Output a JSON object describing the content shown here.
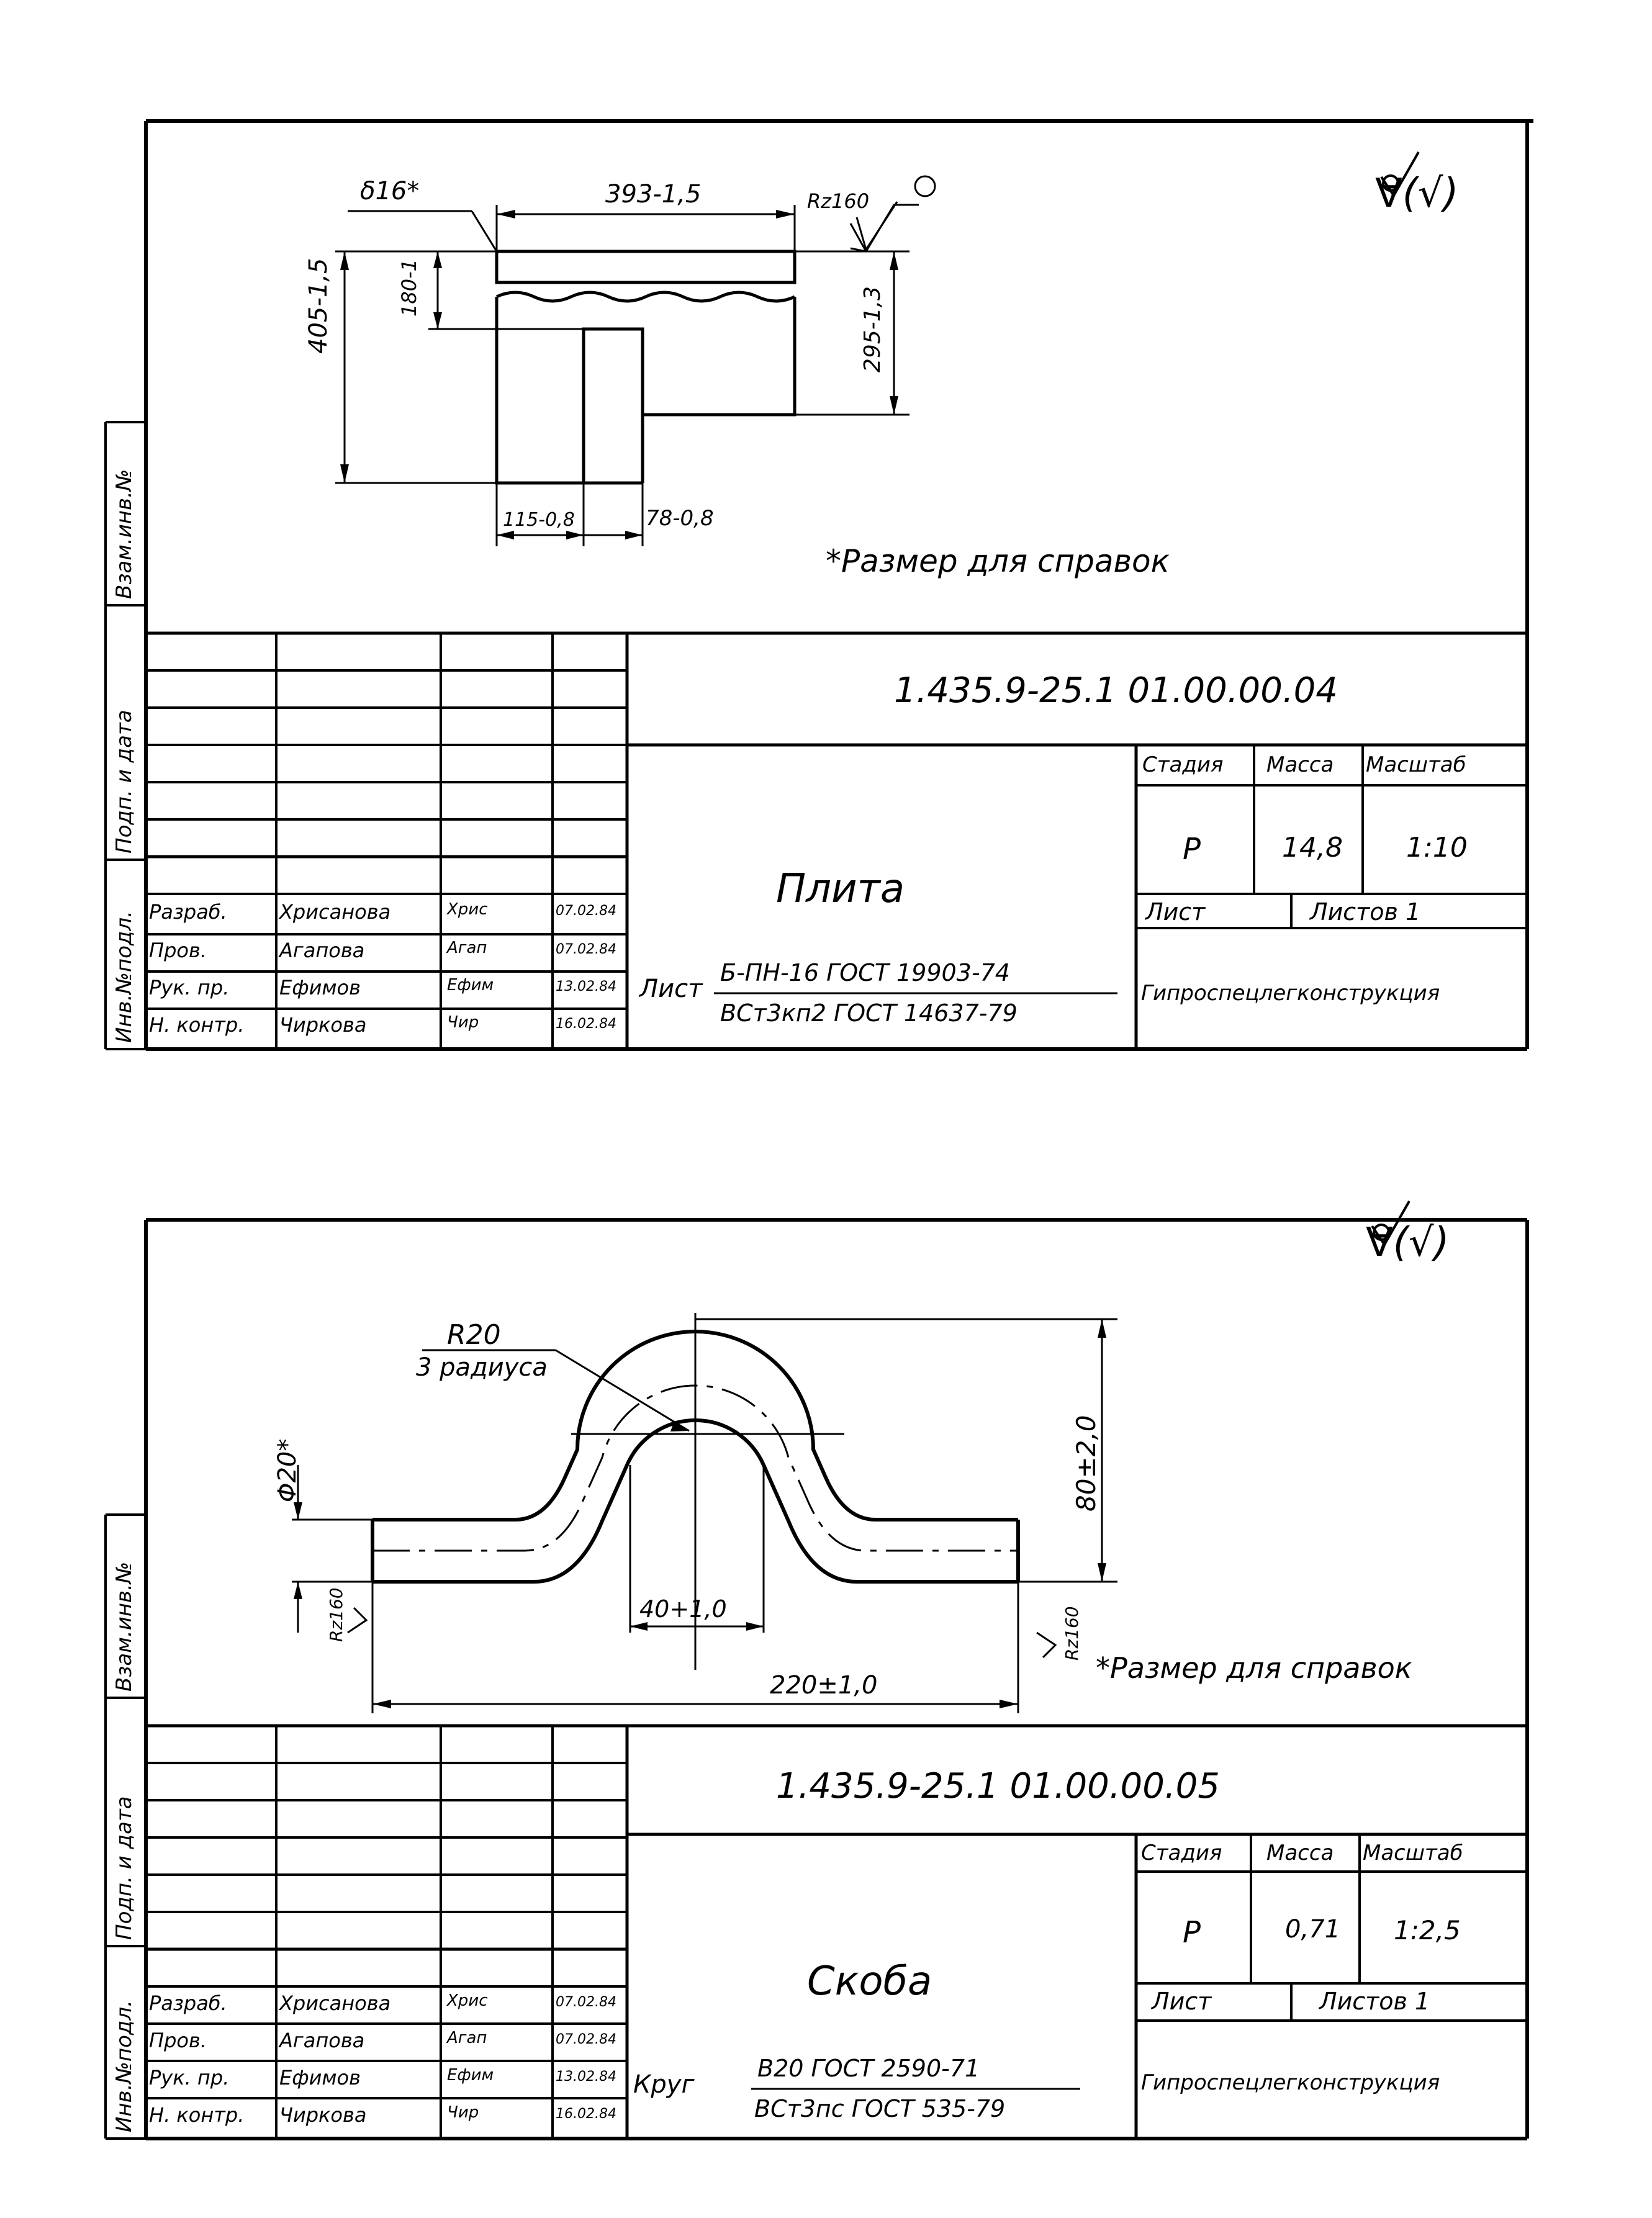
{
  "drawings": [
    {
      "roughness_symbol": "∀(√)",
      "dims": {
        "thickness": "δ16*",
        "width": "393-1,5",
        "roughness_rz": "Rz160",
        "overall_height": "405-1,5",
        "notch_depth": "180-1",
        "right_height": "295-1,3",
        "slot_width": "115-0,8",
        "tab_width": "78-0,8"
      },
      "note": "*Размер для справок",
      "document_code": "1.435.9-25.1 01.00.00.04",
      "part_name": "Плита",
      "headers": {
        "stage": "Стадия",
        "mass": "Масса",
        "scale": "Масштаб"
      },
      "values": {
        "stage": "Р",
        "mass": "14,8",
        "scale": "1:10"
      },
      "sheet_label": "Лист",
      "sheets_label": "Листов 1",
      "material_prefix": "Лист",
      "material_top": "Б-ПН-16 ГОСТ 19903-74",
      "material_bottom": "ВСт3кп2 ГОСТ 14637-79",
      "organization": "Гипроспецлегконструкция",
      "signatures": [
        {
          "role": "Разраб.",
          "name": "Хрисанова",
          "sign": "Хрис",
          "date": "07.02.84"
        },
        {
          "role": "Пров.",
          "name": "Агапова",
          "sign": "Агап",
          "date": "07.02.84"
        },
        {
          "role": "Рук. пр.",
          "name": "Ефимов",
          "sign": "Ефим",
          "date": "13.02.84"
        },
        {
          "role": "Н. контр.",
          "name": "Чиркова",
          "sign": "Чир",
          "date": "16.02.84"
        }
      ],
      "side_labels": [
        "Инв.№подл.",
        "Подп. и дата",
        "Взам.инв.№"
      ]
    },
    {
      "roughness_symbol": "∀(√)",
      "dims": {
        "radius": "R20",
        "radius_count": "3 радиуса",
        "diameter": "Φ20*",
        "height": "80±2,0",
        "inner_width": "40+1,0",
        "length": "220±1,0",
        "roughness_left": "Rz160",
        "roughness_right": "Rz160"
      },
      "note": "*Размер для справок",
      "document_code": "1.435.9-25.1 01.00.00.05",
      "part_name": "Скоба",
      "headers": {
        "stage": "Стадия",
        "mass": "Масса",
        "scale": "Масштаб"
      },
      "values": {
        "stage": "Р",
        "mass": "0,71",
        "scale": "1:2,5"
      },
      "sheet_label": "Лист",
      "sheets_label": "Листов 1",
      "material_prefix": "Круг",
      "material_top": "В20 ГОСТ 2590-71",
      "material_bottom": "ВСт3пс ГОСТ 535-79",
      "organization": "Гипроспецлегконструкция",
      "signatures": [
        {
          "role": "Разраб.",
          "name": "Хрисанова",
          "sign": "Хрис",
          "date": "07.02.84"
        },
        {
          "role": "Пров.",
          "name": "Агапова",
          "sign": "Агап",
          "date": "07.02.84"
        },
        {
          "role": "Рук. пр.",
          "name": "Ефимов",
          "sign": "Ефим",
          "date": "13.02.84"
        },
        {
          "role": "Н. контр.",
          "name": "Чиркова",
          "sign": "Чир",
          "date": "16.02.84"
        }
      ],
      "side_labels": [
        "Инв.№подл.",
        "Подп. и дата",
        "Взам.инв.№"
      ]
    }
  ]
}
